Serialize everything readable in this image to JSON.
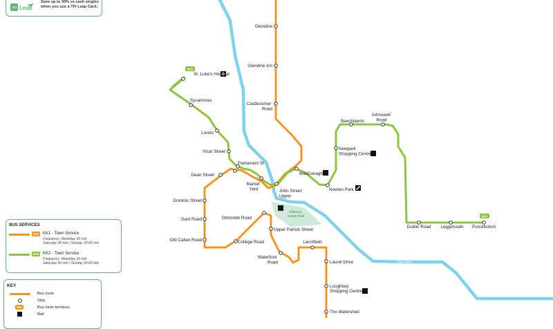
{
  "colors": {
    "kk1": "#f7941d",
    "kk2": "#8cc63f",
    "river": "#7dd3ee",
    "park": "#cfe8d9",
    "panel_border": "#5cb87a"
  },
  "promo": {
    "logo_text": "TFI Leap",
    "line1": "Save up to 30% vs cash singles",
    "line2": "when you use a TFI Leap Card."
  },
  "map": {
    "river_labels": [
      "River Nore",
      "River Nore"
    ],
    "park_label": [
      "Kilkenny",
      "Castle Park"
    ],
    "kk2_badge": "KK2",
    "stops": {
      "glendine": "Glendine",
      "glendine_inn": "Glendine Inn",
      "castlecomer_road": [
        "Castlecomer",
        "Road"
      ],
      "st_lukes": "St. Luke's Hospital",
      "sycamores": "Sycamores",
      "loreto": "Loreto",
      "vicar_street": "Vicar Street",
      "parliament_st": "Parliament St",
      "dean_street": "Dean Street",
      "market_yard": [
        "Market",
        "Yard"
      ],
      "john_street_upper": [
        "John Street",
        "Upper"
      ],
      "macdonagh": "MacDonagh",
      "newpark": [
        "Newpark",
        "Shopping Centre"
      ],
      "beechlawns": "Beechlawns",
      "johnswell_road": [
        "Johnswell",
        "Road"
      ],
      "nowlan_park": "Nowlan Park",
      "dublin_road": "Dublin Road",
      "leggetsrath": "Leggetsrath",
      "purcellsinch": "Purcellsinch",
      "dominic_street": "Dominic Street",
      "gaol_road": "Gaol Road",
      "old_callan_road": "Old Callan Road",
      "ormonde_road": "Ormonde Road",
      "upper_patrick_street": "Upper Patrick Street",
      "college_road": "College Road",
      "waterford_road": [
        "Waterford",
        "Road"
      ],
      "larchfield": "Larchfield",
      "laurel_drive": "Laurel Drive",
      "loughboy": [
        "Loughboy",
        "Shopping Centre"
      ],
      "the_watershed": "The Watershed"
    }
  },
  "services": {
    "title": "BUS SERVICES",
    "kk1": {
      "badge": "KK1",
      "name": "KK1 - Town Service",
      "freq1": "Frequency: Weekday 30 min",
      "freq2": "Saturday 30 min / Sunday 30-60 min"
    },
    "kk2": {
      "badge": "KK2",
      "name": "KK2 - Town Service",
      "freq1": "Frequency: Weekday 30 min",
      "freq2": "Saturday 30 min / Sunday 30-60 min"
    }
  },
  "key": {
    "title": "KEY",
    "bus_route": "Bus route",
    "stop": "Stop",
    "terminus_badge": "KK1",
    "terminus": "Bus route terminus",
    "rail": "Rail"
  }
}
